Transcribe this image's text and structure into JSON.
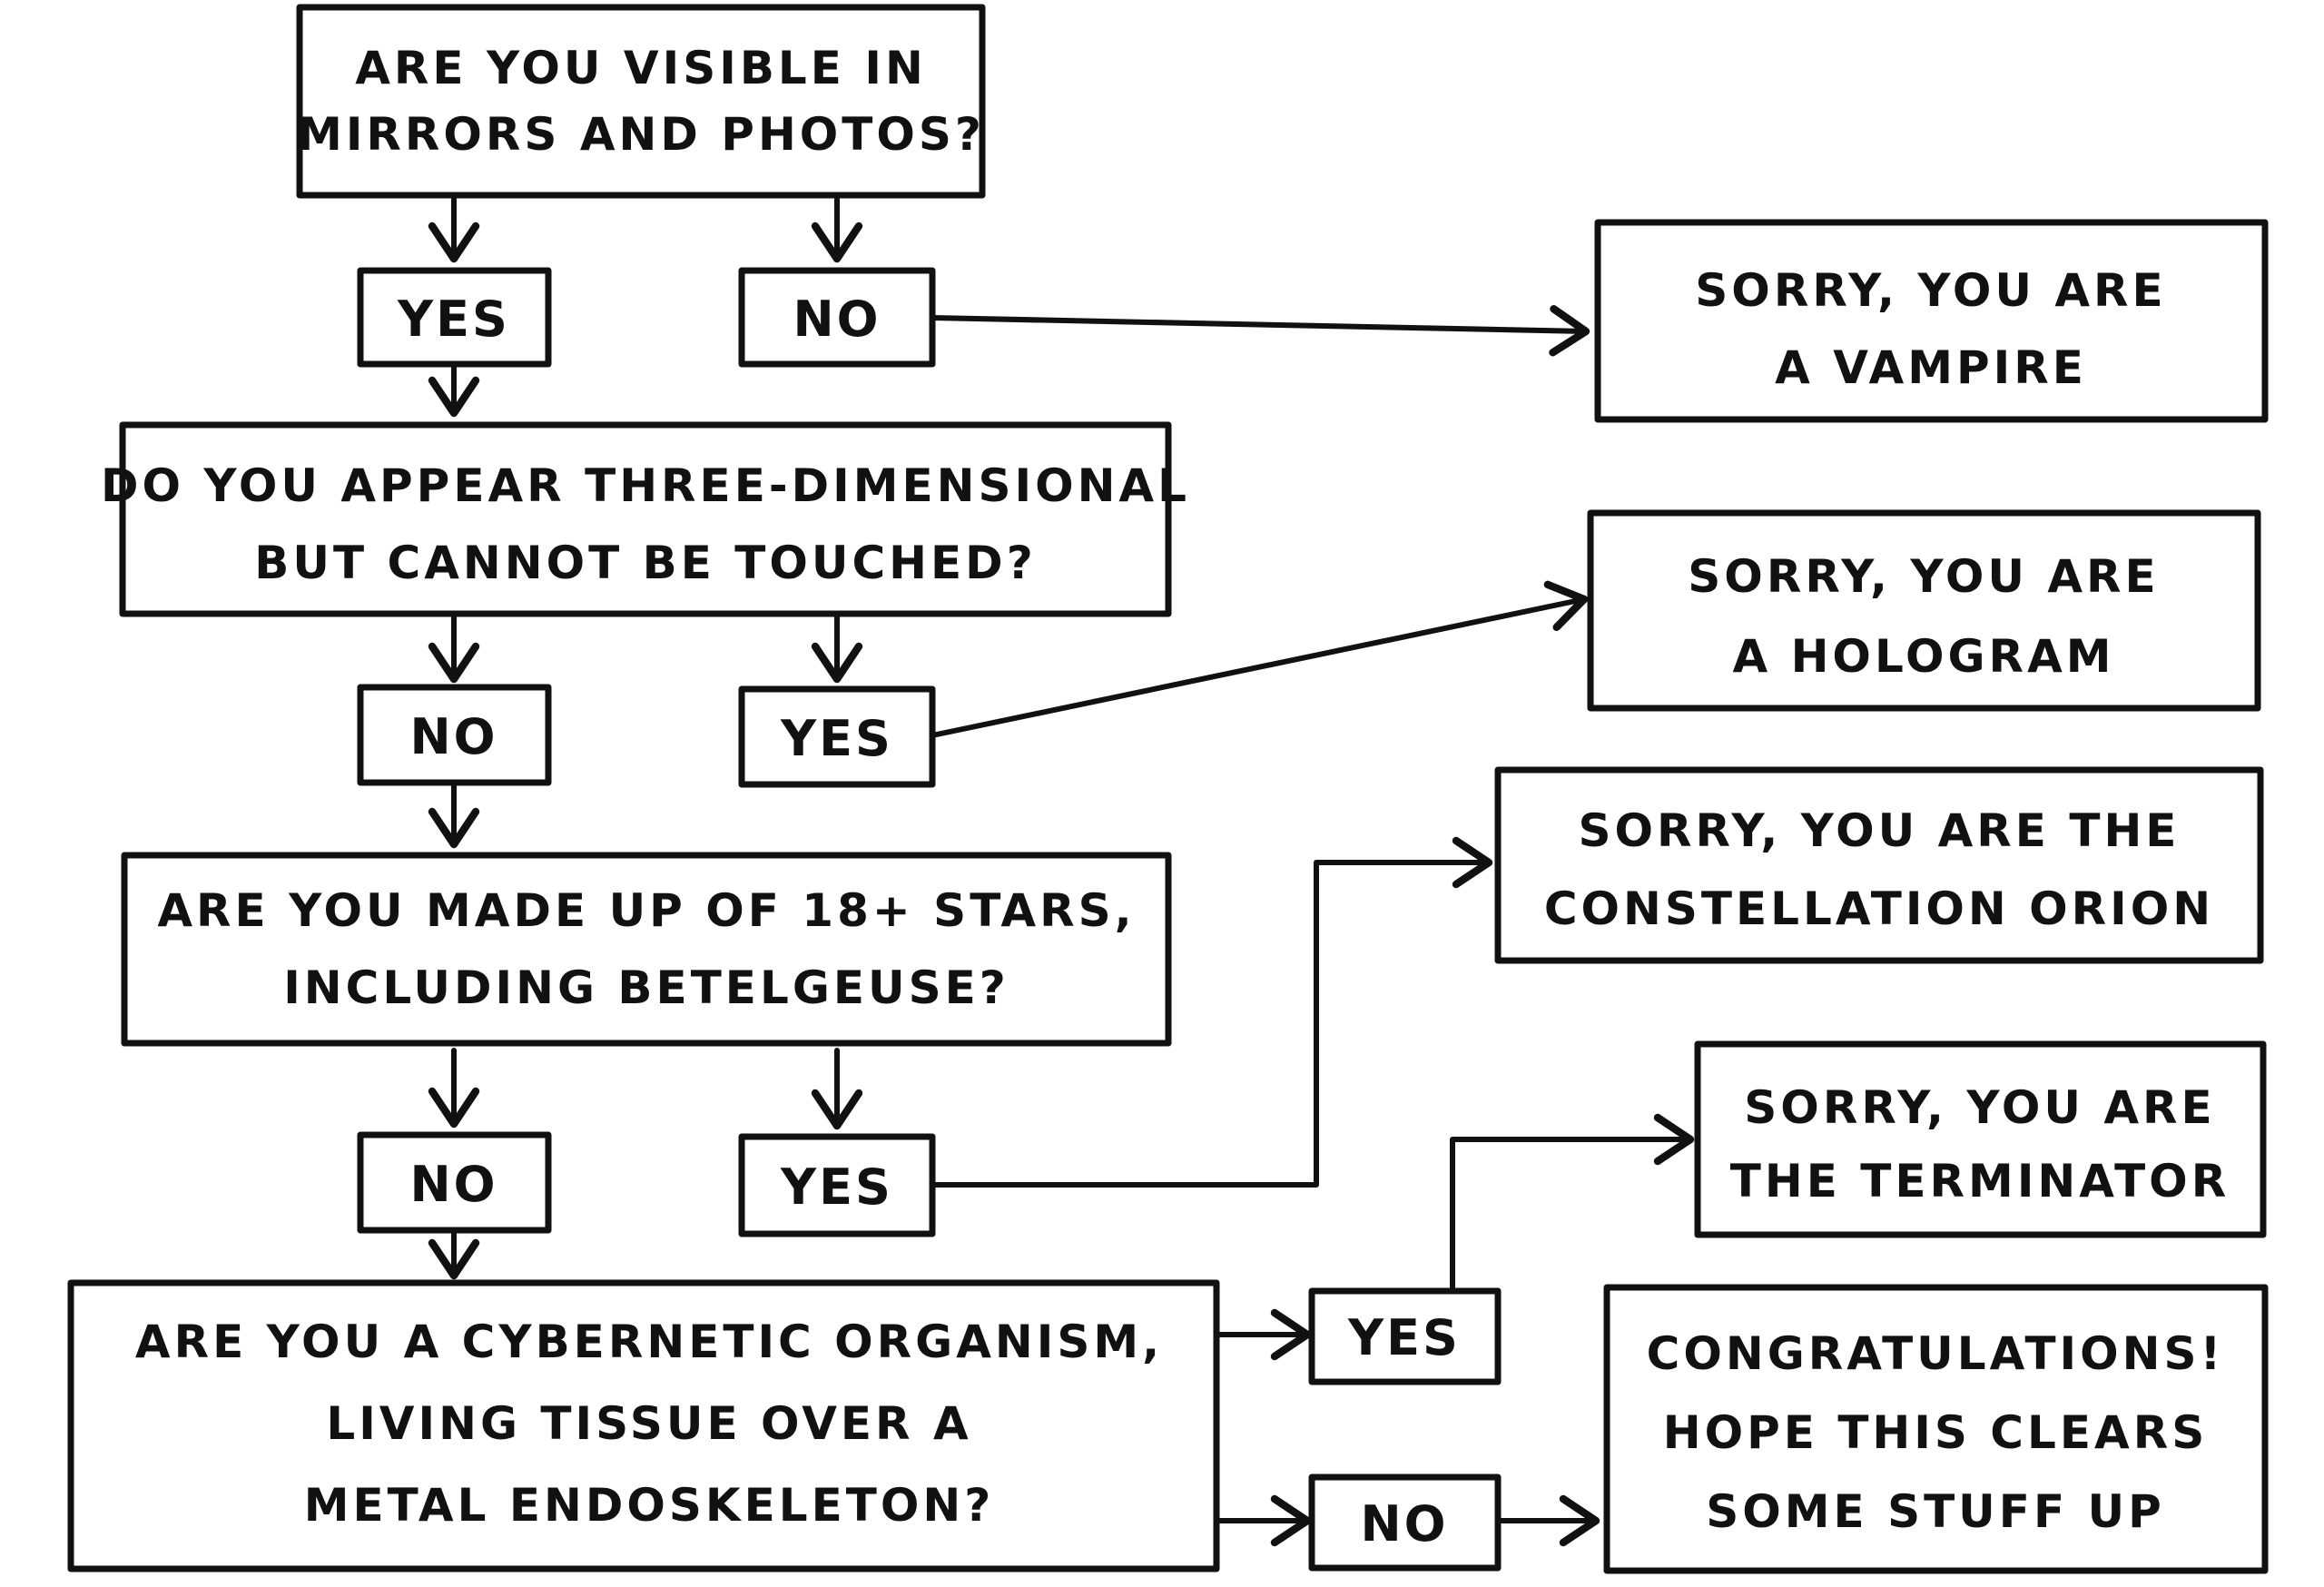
{
  "questions": {
    "q1": {
      "line1": "ARE YOU VISIBLE IN",
      "line2": "MIRRORS AND PHOTOS?"
    },
    "q2": {
      "line1": "DO YOU APPEAR THREE-DIMENSIONAL",
      "line2": "BUT CANNOT BE TOUCHED?"
    },
    "q3": {
      "line1": "ARE YOU MADE UP OF 18+ STARS,",
      "line2": "INCLUDING BETELGEUSE?"
    },
    "q4": {
      "line1": "ARE YOU A CYBERNETIC ORGANISM,",
      "line2": "LIVING TISSUE OVER A",
      "line3": "METAL ENDOSKELETON?"
    }
  },
  "answers": {
    "q1_yes": "YES",
    "q1_no": "NO",
    "q2_no": "NO",
    "q2_yes": "YES",
    "q3_no": "NO",
    "q3_yes": "YES",
    "q4_yes": "YES",
    "q4_no": "NO"
  },
  "outcomes": {
    "vampire": {
      "line1": "SORRY, YOU ARE",
      "line2": "A VAMPIRE"
    },
    "hologram": {
      "line1": "SORRY, YOU ARE",
      "line2": "A HOLOGRAM"
    },
    "orion": {
      "line1": "SORRY, YOU ARE THE",
      "line2": "CONSTELLATION ORION"
    },
    "terminator": {
      "line1": "SORRY, YOU ARE",
      "line2": "THE TERMINATOR"
    },
    "congrats": {
      "line1": "CONGRATULATIONS!",
      "line2": "HOPE THIS CLEARS",
      "line3": "SOME STUFF UP"
    }
  }
}
